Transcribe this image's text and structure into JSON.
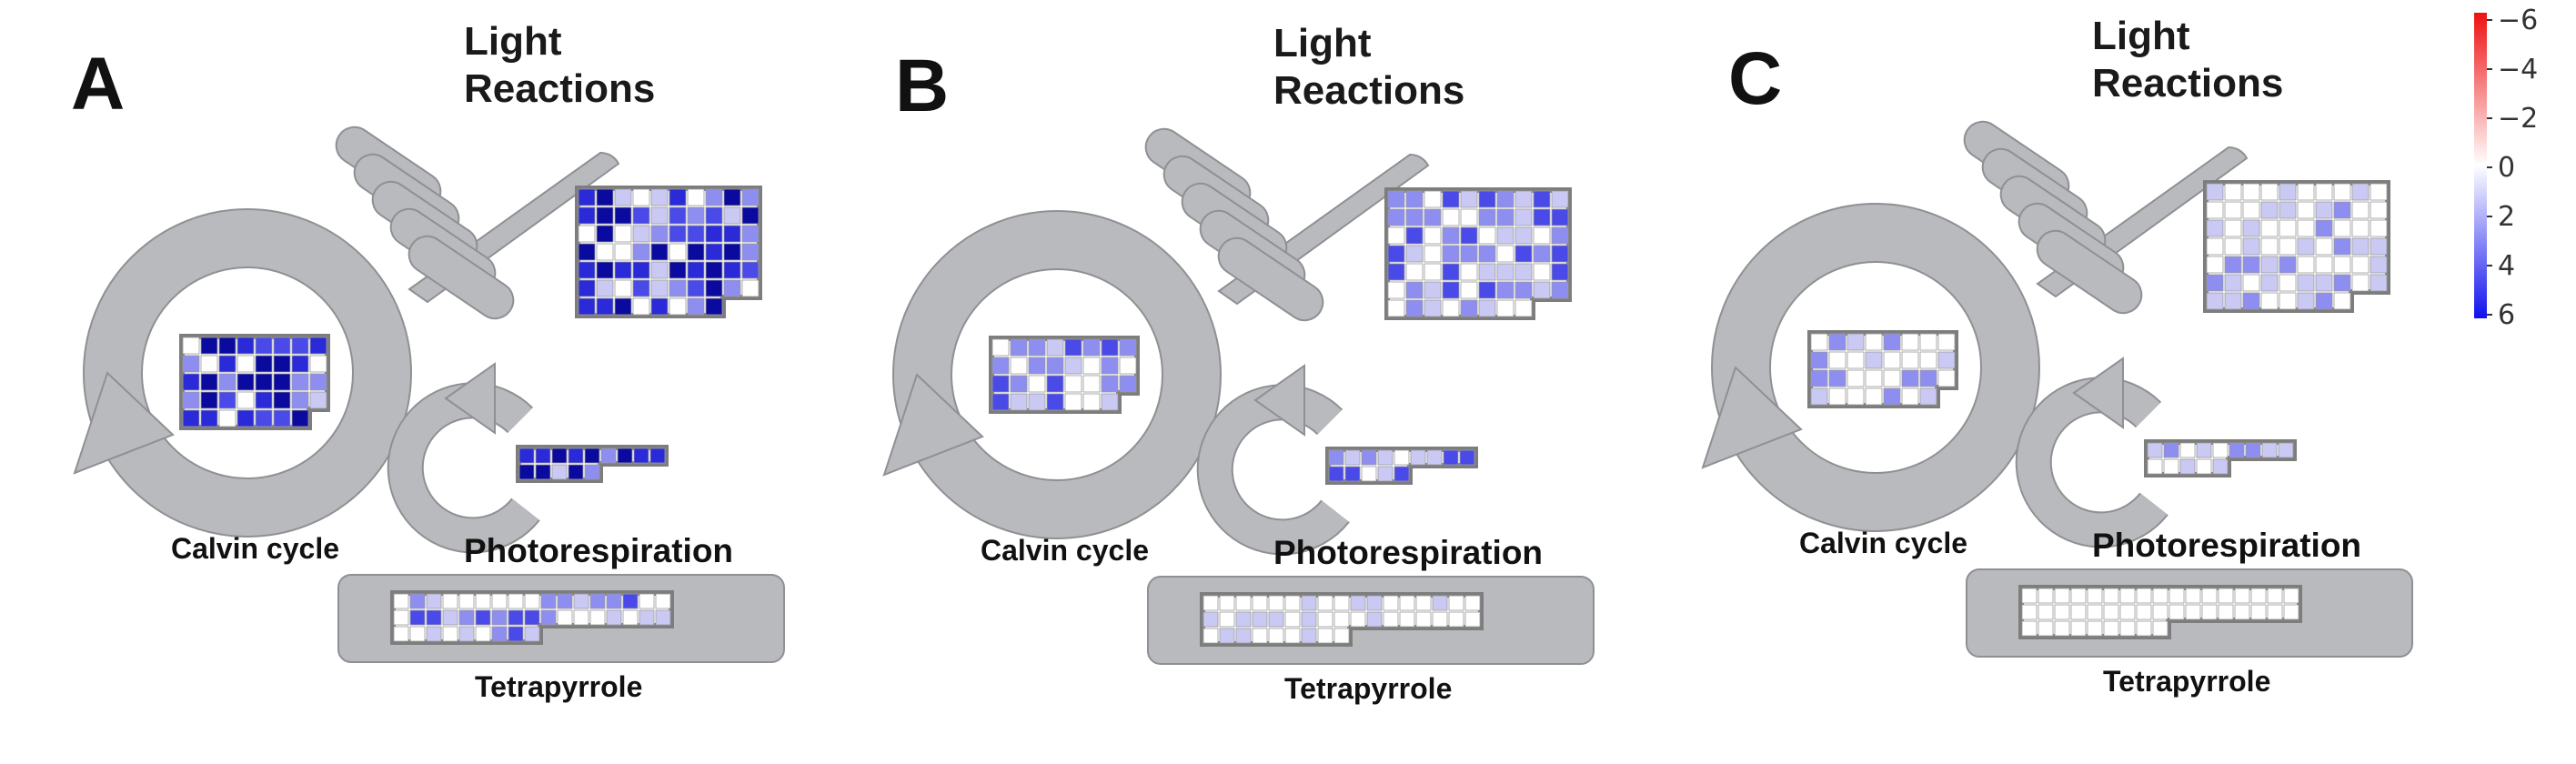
{
  "panels": [
    {
      "letter": "A",
      "title_line1": "Light",
      "title_line2": "Reactions",
      "calvin_label": "Calvin cycle",
      "photo_label": "Photorespiration",
      "tetra_label": "Tetrapyrrole",
      "intensity": 1.0
    },
    {
      "letter": "B",
      "title_line1": "Light",
      "title_line2": "Reactions",
      "calvin_label": "Calvin cycle",
      "photo_label": "Photorespiration",
      "tetra_label": "Tetrapyrrole",
      "intensity": 0.55
    },
    {
      "letter": "C",
      "title_line1": "Light",
      "title_line2": "Reactions",
      "calvin_label": "Calvin cycle",
      "photo_label": "Photorespiration",
      "tetra_label": "Tetrapyrrole",
      "intensity": 0.38
    }
  ],
  "colorbar": {
    "ticks": [
      "−6",
      "−4",
      "−2",
      "0",
      "2",
      "4",
      "6"
    ],
    "colors": {
      "top": "#ee1111",
      "mid": "#ffffff",
      "bottom": "#1111ee"
    }
  },
  "colors": {
    "shape_fill": "#b9babd",
    "shape_stroke": "#8f9094",
    "grid_border": "#7d7d7d",
    "blue_dark": "#0a0a9e",
    "blue_mid": "#4a4ae8",
    "blue_light": "#c9c9f4"
  }
}
